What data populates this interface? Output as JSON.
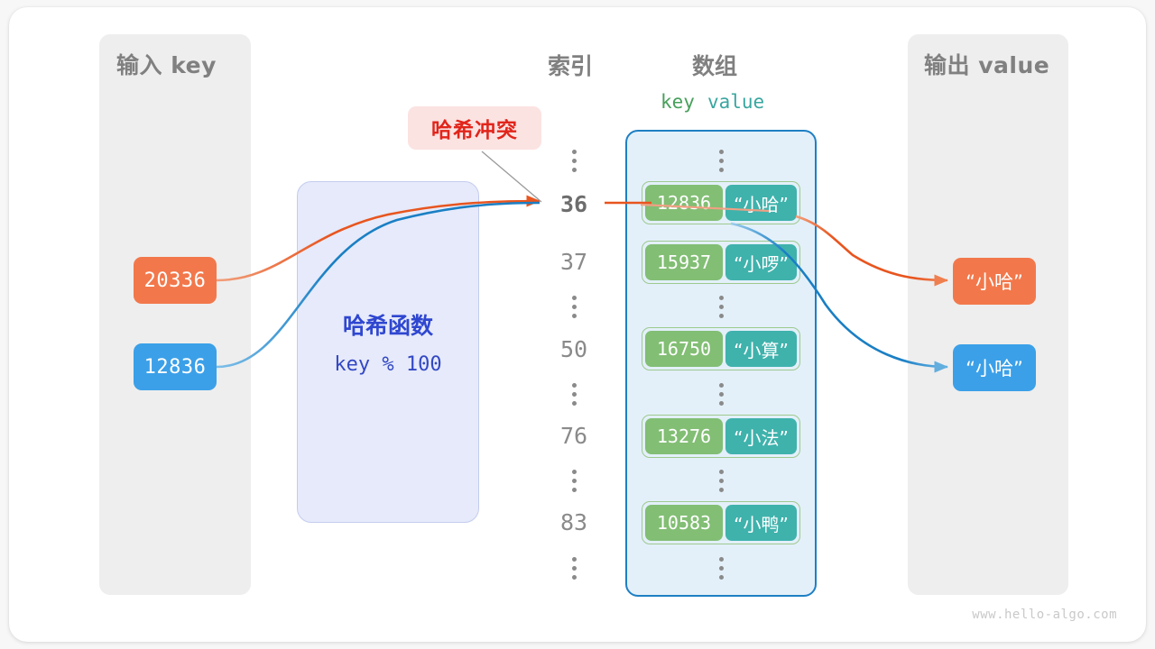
{
  "panels": {
    "input_title": "输入 key",
    "output_title": "输出 value"
  },
  "headers": {
    "index": "索引",
    "array": "数组",
    "key": "key",
    "value": "value"
  },
  "input_keys": [
    {
      "label": "20336",
      "color": "#f2784b"
    },
    {
      "label": "12836",
      "color": "#3ba0e8"
    }
  ],
  "hash_function": {
    "title": "哈希函数",
    "expression": "key % 100"
  },
  "collision": {
    "label": "哈希冲突",
    "color": "#e1251b",
    "background": "#fbe3e2"
  },
  "index_column": [
    {
      "type": "dots"
    },
    {
      "type": "value",
      "label": "36",
      "active": true
    },
    {
      "type": "value",
      "label": "37",
      "active": false
    },
    {
      "type": "dots"
    },
    {
      "type": "value",
      "label": "50",
      "active": false
    },
    {
      "type": "dots"
    },
    {
      "type": "value",
      "label": "76",
      "active": false
    },
    {
      "type": "dots"
    },
    {
      "type": "value",
      "label": "83",
      "active": false
    },
    {
      "type": "dots"
    }
  ],
  "array_entries": [
    {
      "key": "12836",
      "value": "“小哈”"
    },
    {
      "key": "15937",
      "value": "“小啰”"
    },
    {
      "key": "16750",
      "value": "“小算”"
    },
    {
      "key": "13276",
      "value": "“小法”"
    },
    {
      "key": "10583",
      "value": "“小鸭”"
    }
  ],
  "output_values": [
    {
      "label": "“小哈”",
      "color": "#f2784b"
    },
    {
      "label": "“小哈”",
      "color": "#3ba0e8"
    }
  ],
  "colors": {
    "entry_key": "#82be74",
    "entry_value": "#3fb2ac",
    "array_fill": "#e3f0fa",
    "array_border": "#1e7fc4",
    "hash_fill": "#e6eafa",
    "hash_text": "#2f47d0",
    "panel_fill": "#eeeeee",
    "orange": "#f2784b",
    "blue": "#3ba0e8"
  },
  "watermark": "www.hello-algo.com"
}
